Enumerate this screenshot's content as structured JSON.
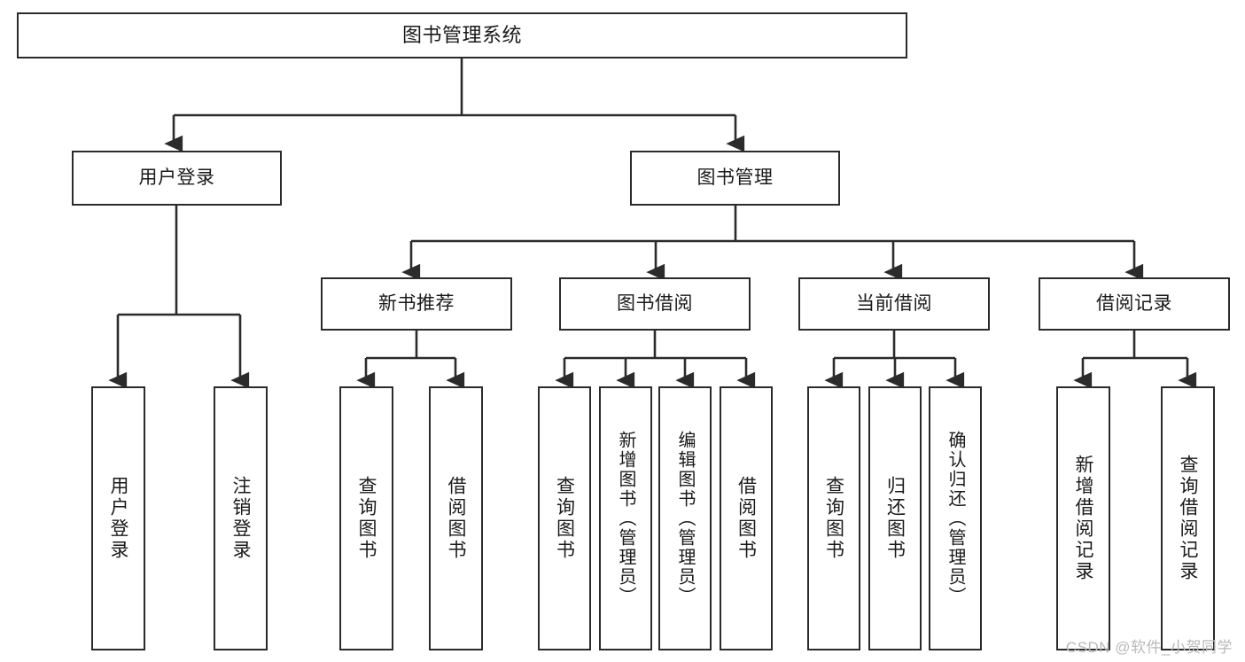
{
  "diagram": {
    "type": "tree",
    "title": "图书管理系统",
    "orientation": "top-down",
    "watermark": "CSDN @软件_小贺同学",
    "colors": {
      "stroke": "#2b2b2b",
      "fill": "#ffffff",
      "text": "#1a1a1a",
      "watermark": "#b9b9b9"
    },
    "nodes": {
      "root": {
        "label": "图书管理系统"
      },
      "level2": [
        {
          "id": "user-login",
          "label": "用户登录"
        },
        {
          "id": "book-manage",
          "label": "图书管理"
        }
      ],
      "level3": [
        {
          "id": "new-book-rec",
          "label": "新书推荐"
        },
        {
          "id": "book-borrow",
          "label": "图书借阅"
        },
        {
          "id": "current-borrow",
          "label": "当前借阅"
        },
        {
          "id": "borrow-record",
          "label": "借阅记录"
        }
      ],
      "leaves": [
        {
          "id": "leaf-user-login",
          "label": "用户登录",
          "parent": "user-login"
        },
        {
          "id": "leaf-logout",
          "label": "注销登录",
          "parent": "user-login"
        },
        {
          "id": "leaf-query-book-1",
          "label": "查询图书",
          "parent": "new-book-rec"
        },
        {
          "id": "leaf-borrow-book-1",
          "label": "借阅图书",
          "parent": "new-book-rec"
        },
        {
          "id": "leaf-query-book-2",
          "label": "查询图书",
          "parent": "book-borrow"
        },
        {
          "id": "leaf-add-book",
          "label": "新增图书（管理员）",
          "parent": "book-borrow"
        },
        {
          "id": "leaf-edit-book",
          "label": "编辑图书（管理员）",
          "parent": "book-borrow"
        },
        {
          "id": "leaf-borrow-book-2",
          "label": "借阅图书",
          "parent": "book-borrow"
        },
        {
          "id": "leaf-query-book-3",
          "label": "查询图书",
          "parent": "current-borrow"
        },
        {
          "id": "leaf-return-book",
          "label": "归还图书",
          "parent": "current-borrow"
        },
        {
          "id": "leaf-confirm-return",
          "label": "确认归还（管理员）",
          "parent": "current-borrow"
        },
        {
          "id": "leaf-add-record",
          "label": "新增借阅记录",
          "parent": "borrow-record"
        },
        {
          "id": "leaf-query-record",
          "label": "查询借阅记录",
          "parent": "borrow-record"
        }
      ]
    }
  }
}
